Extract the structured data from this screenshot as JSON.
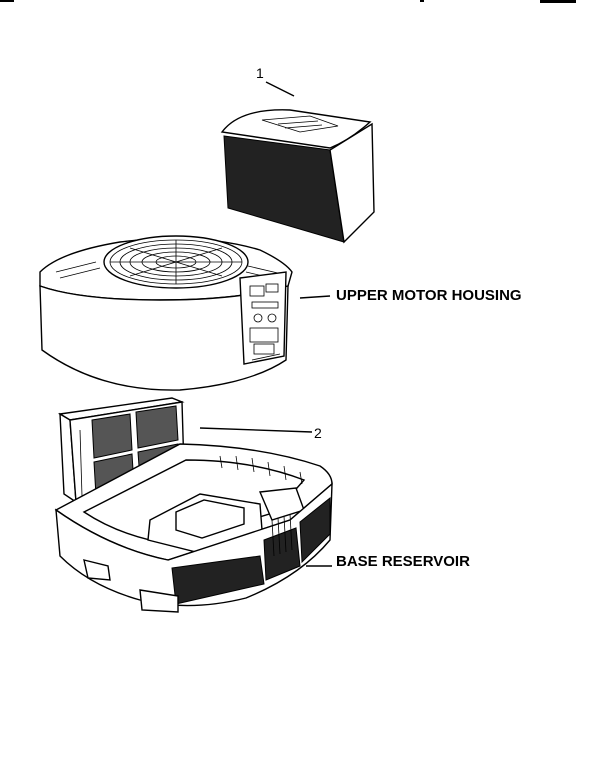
{
  "callouts": {
    "part_1": "1",
    "part_2": "2",
    "upper_motor_housing": "UPPER MOTOR HOUSING",
    "base_reservoir": "BASE RESERVOIR"
  }
}
